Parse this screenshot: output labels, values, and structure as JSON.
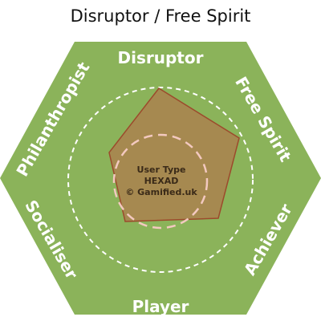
{
  "title": "Disruptor / Free Spirit",
  "colors": {
    "hexagon": "#8bb35a",
    "profile_fill": "#a8864f",
    "profile_stroke": "#9c4a2c",
    "dashed_outer": "#ffffff",
    "dashed_inner": "#f3c9c0"
  },
  "segments": {
    "top": "Disruptor",
    "upper_right": "Free Spirit",
    "lower_right": "Achiever",
    "bottom": "Player",
    "lower_left": "Socialiser",
    "upper_left": "Philanthropist"
  },
  "center": {
    "line1": "User Type",
    "line2": "HEXAD",
    "line3": "© Gamified.uk"
  }
}
